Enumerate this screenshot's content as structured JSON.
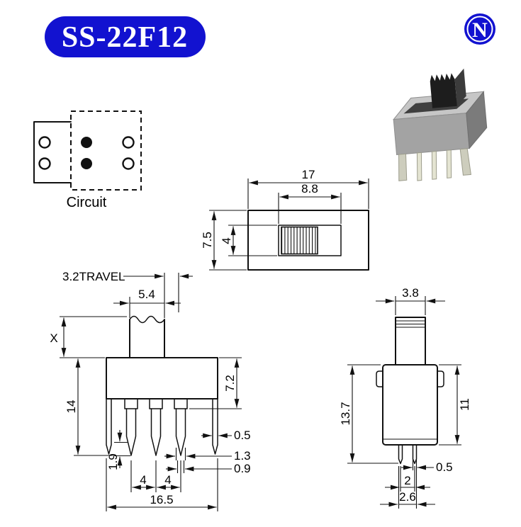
{
  "header": {
    "badge_title": "SS-22F12",
    "logo_letter": "N",
    "badge_color": "#1212d0"
  },
  "circuit": {
    "label": "Circuit"
  },
  "top_view": {
    "dim_width": "17",
    "dim_slot_width": "8.8",
    "dim_height": "7.5",
    "dim_slot_height": "4"
  },
  "front_view": {
    "dim_travel": "3.2TRAVEL",
    "dim_knob_width": "5.4",
    "dim_knob_height": "X",
    "dim_total_height": "14",
    "dim_body_height": "7.2",
    "dim_leg_thickness": "0.5",
    "dim_pin_width": "1.3",
    "dim_pin_thickness": "0.9",
    "dim_pin_tip_length": "1.9",
    "dim_pitch_a": "4",
    "dim_pitch_b": "4",
    "dim_body_width": "16.5"
  },
  "side_view": {
    "dim_knob_depth": "3.8",
    "dim_total_height": "13.7",
    "dim_body_height": "11",
    "dim_pin_thickness": "0.5",
    "dim_pin_pitch": "2",
    "dim_pin_span": "2.6"
  }
}
